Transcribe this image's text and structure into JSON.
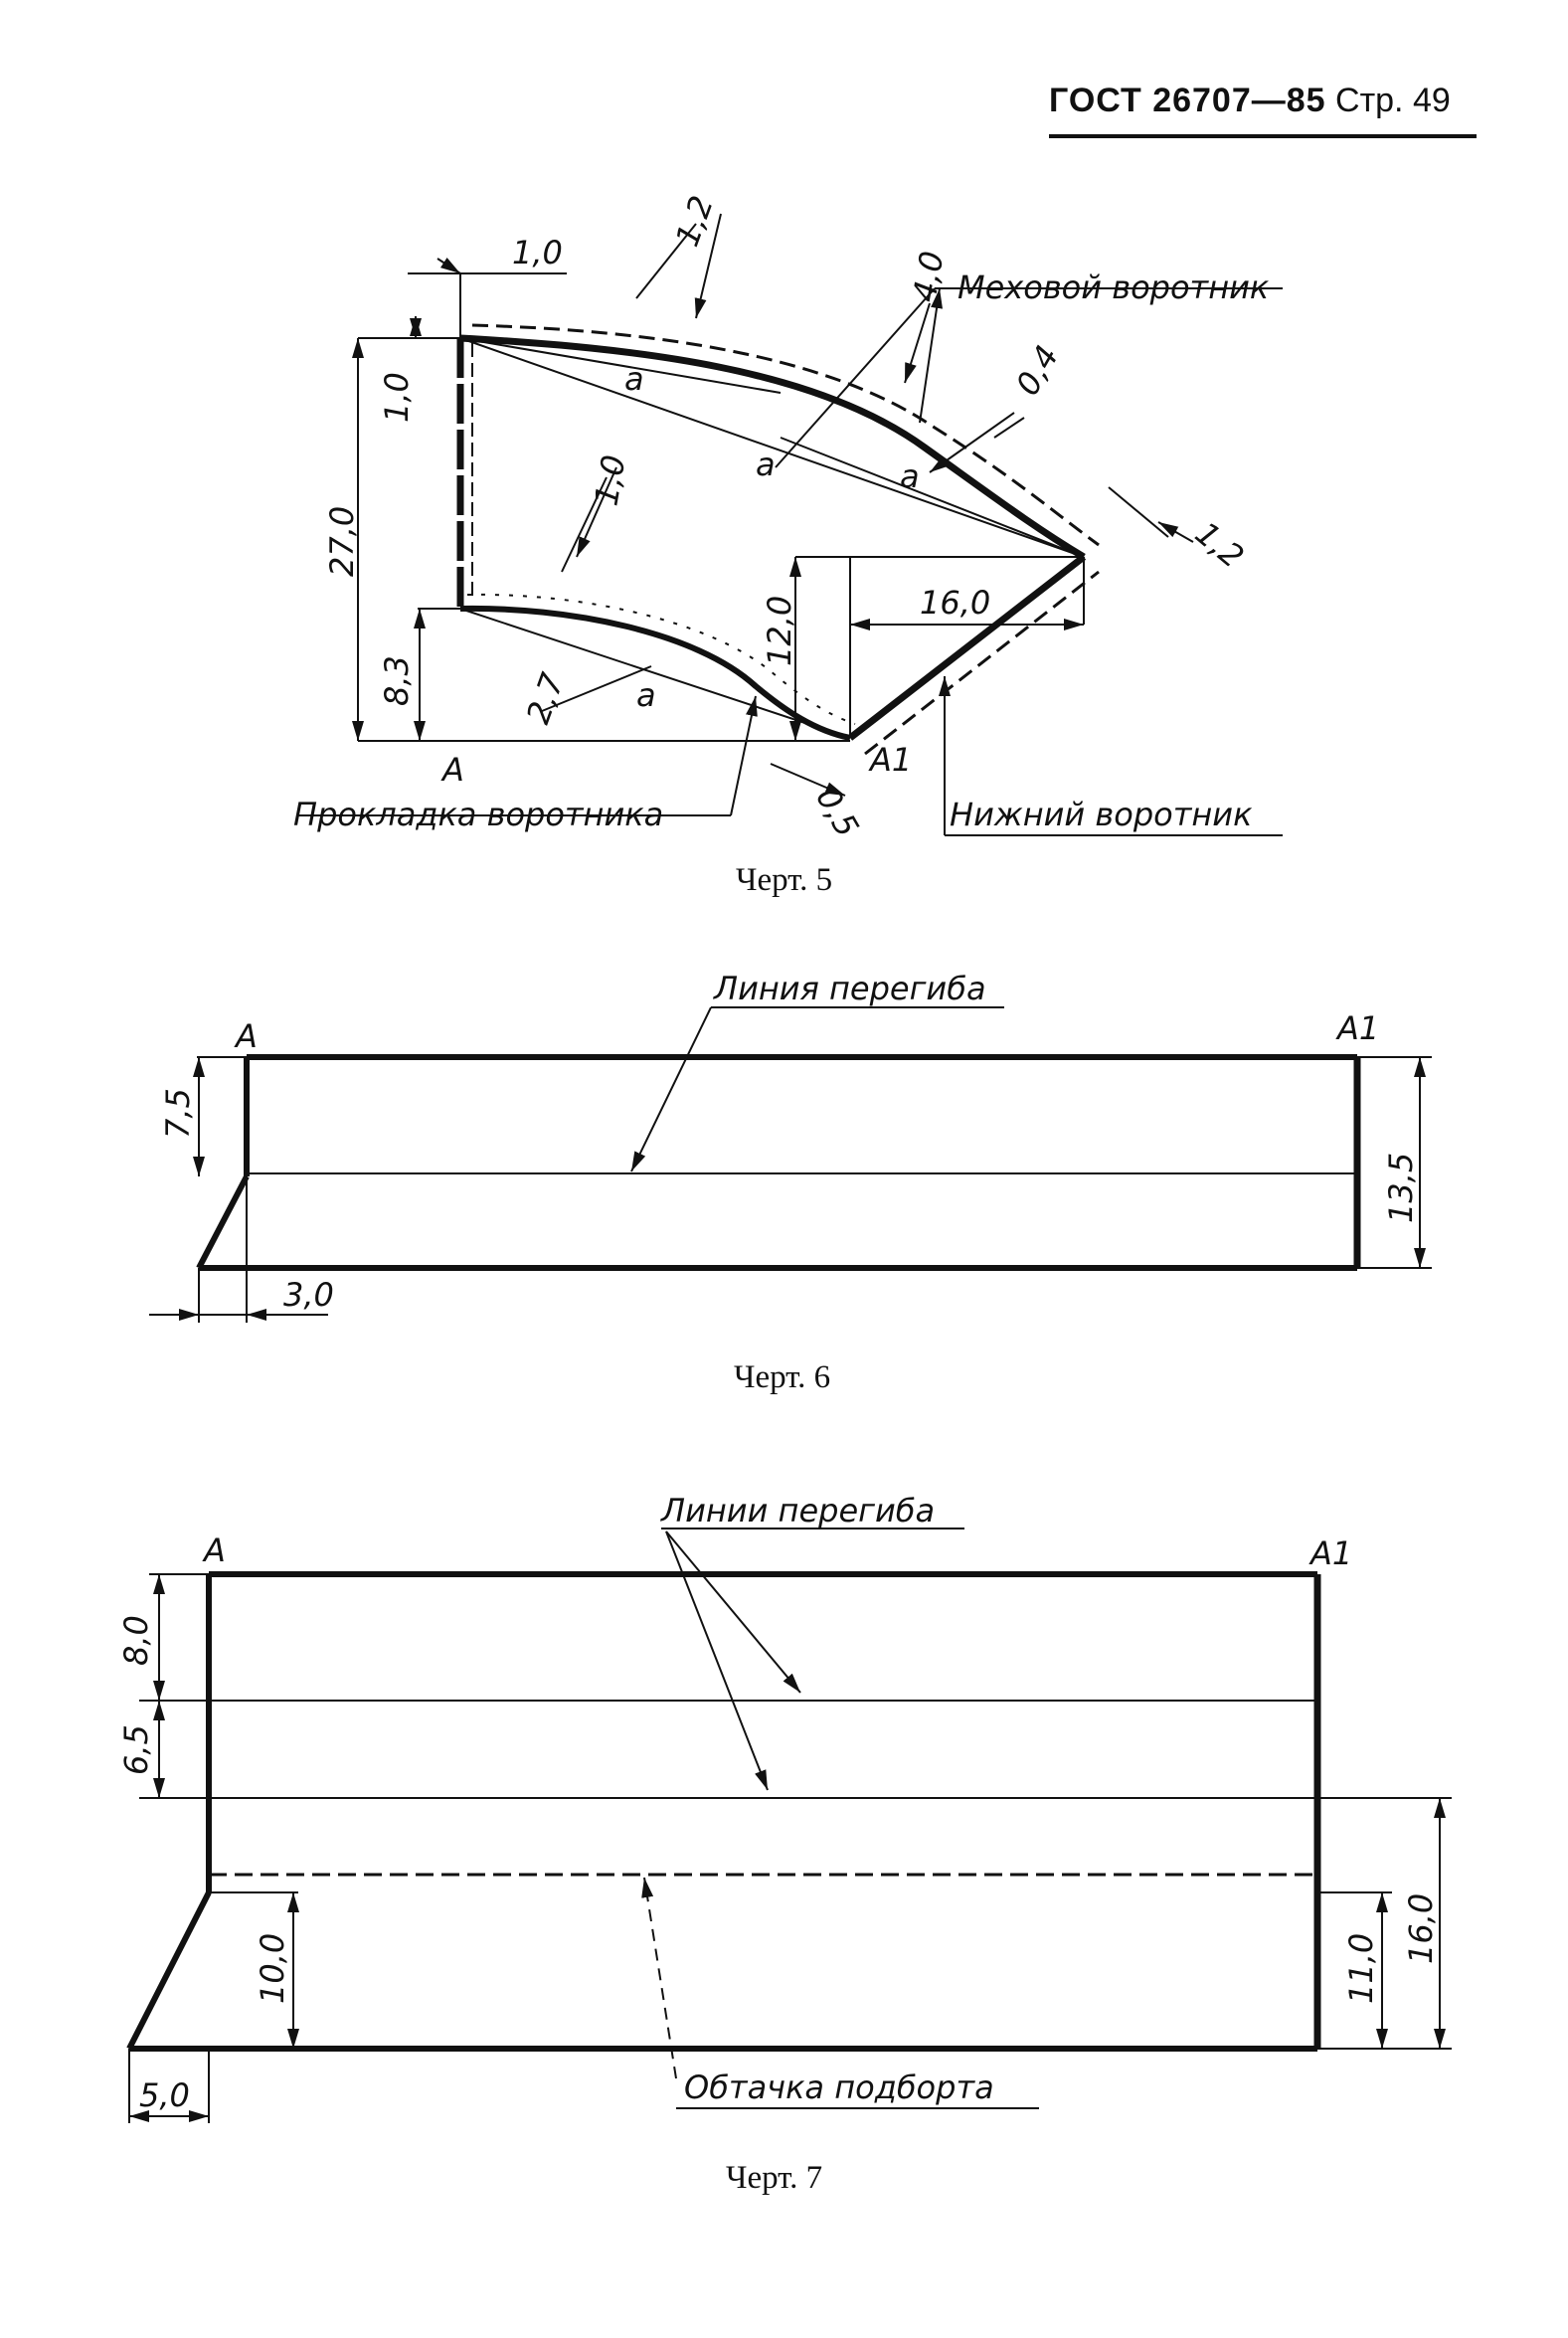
{
  "header": {
    "standard": "ГОСТ 26707—85",
    "page": "Стр. 49"
  },
  "figure5": {
    "caption": "Черт. 5",
    "point_a": "A",
    "point_a1": "A1",
    "labels": {
      "fur_collar": "Меховой воротник",
      "collar_interlining": "Прокладка воротника",
      "under_collar": "Нижний воротник"
    },
    "dimensions": {
      "d_1_0_top": "1,0",
      "d_1_0_left": "1,0",
      "d_27_0": "27,0",
      "d_8_3": "8,3",
      "d_1_2_top": "1,2",
      "d_4_0": "4,0",
      "d_0_4": "0,4",
      "d_1_2_right": "1,2",
      "d_1_0_inner": "1,0",
      "d_2_7": "2,7",
      "d_12_0": "12,0",
      "d_16_0": "16,0",
      "d_0_5": "0,5"
    },
    "curve_marks": [
      "a",
      "a",
      "a",
      "a"
    ]
  },
  "figure6": {
    "caption": "Черт. 6",
    "point_a": "A",
    "point_a1": "A1",
    "fold_line_label": "Линия перегиба",
    "dimensions": {
      "d_7_5": "7,5",
      "d_13_5": "13,5",
      "d_3_0": "3,0"
    }
  },
  "figure7": {
    "caption": "Черт. 7",
    "point_a": "A",
    "point_a1": "A1",
    "fold_lines_label": "Линии перегиба",
    "facing_label": "Обтачка подборта",
    "dimensions": {
      "d_8_0": "8,0",
      "d_6_5": "6,5",
      "d_10_0": "10,0",
      "d_11_0": "11,0",
      "d_16_0": "16,0",
      "d_5_0": "5,0"
    }
  }
}
